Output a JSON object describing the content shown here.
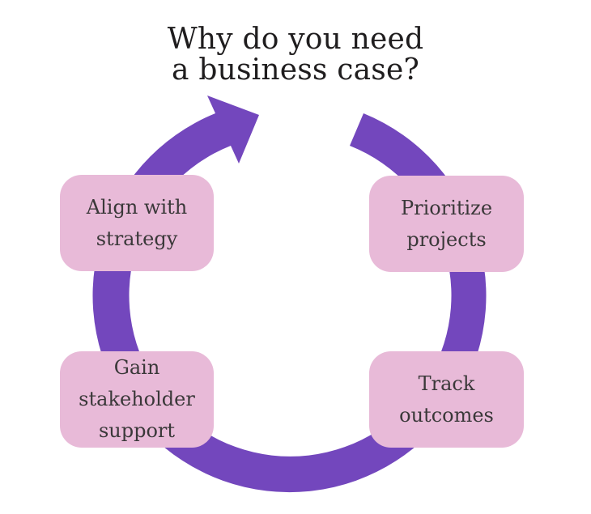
{
  "title": {
    "lines": [
      "Why do you need",
      "a business case?"
    ]
  },
  "diagram": {
    "type": "cycle",
    "boxes": [
      {
        "id": "align-with-strategy",
        "position": "top-left",
        "lines": [
          "Align with",
          "strategy"
        ]
      },
      {
        "id": "prioritize-projects",
        "position": "top-right",
        "lines": [
          "Prioritize",
          "projects"
        ]
      },
      {
        "id": "gain-stakeholder-support",
        "position": "bottom-left",
        "lines": [
          "Gain",
          "stakeholder",
          "support"
        ]
      },
      {
        "id": "track-outcomes",
        "position": "bottom-right",
        "lines": [
          "Track",
          "outcomes"
        ]
      }
    ]
  },
  "colors": {
    "arrow": "#7347BD",
    "box_fill": "#E8BAD8",
    "title_text": "#1F1D1E",
    "box_text": "#3A3839",
    "background": "#FFFFFF"
  }
}
